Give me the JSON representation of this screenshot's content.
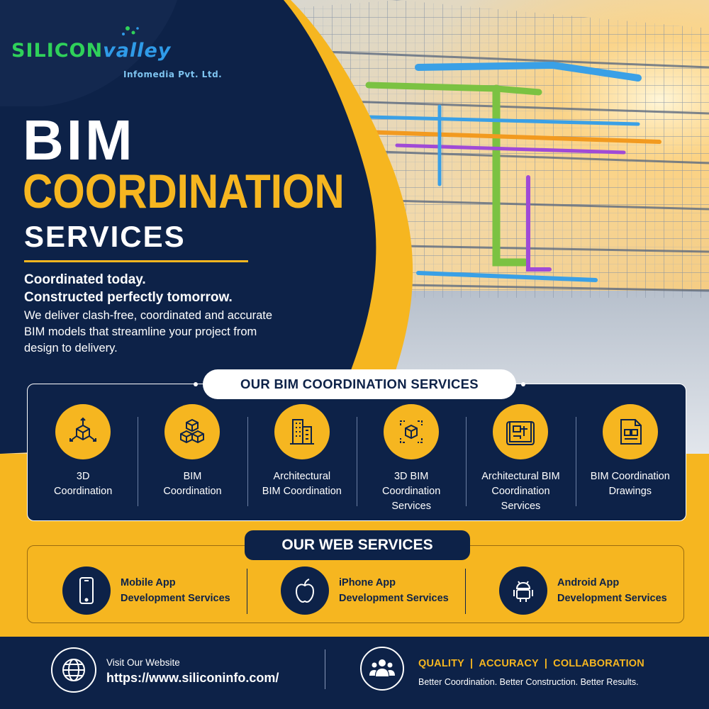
{
  "colors": {
    "navy": "#0d2248",
    "accent_yellow": "#f6b620",
    "logo_green": "#2fd15a",
    "logo_blue": "#2f9be8",
    "pipe_green": "#7bc242",
    "pipe_blue": "#3aa0e6",
    "pipe_orange": "#f29a1f",
    "pipe_purple": "#a04ad6"
  },
  "logo": {
    "part1": "SILICON",
    "part2": "valley",
    "subtitle": "Infomedia Pvt. Ltd."
  },
  "hero": {
    "title_line1": "BIM",
    "title_line2": "COORDINATION",
    "title_line3": "SERVICES",
    "tagline1": "Coordinated today.",
    "tagline2": "Constructed perfectly tomorrow.",
    "description": "We deliver clash-free, coordinated and accurate BIM models that streamline your project from design to delivery.",
    "image": "building-bim-model-with-colored-pipes"
  },
  "bim_services": {
    "heading": "OUR BIM COORDINATION SERVICES",
    "items": [
      {
        "label": "3D\nCoordination",
        "icon": "cube-axes-icon"
      },
      {
        "label": "BIM\nCoordination",
        "icon": "stacked-cubes-icon"
      },
      {
        "label": "Architectural\nBIM Coordination",
        "icon": "buildings-icon"
      },
      {
        "label": "3D BIM\nCoordination\nServices",
        "icon": "cube-bracket-icon"
      },
      {
        "label": "Architectural BIM\nCoordination\nServices",
        "icon": "blueprint-icon"
      },
      {
        "label": "BIM Coordination\nDrawings",
        "icon": "drawing-document-icon"
      }
    ]
  },
  "web_services": {
    "heading": "OUR WEB SERVICES",
    "items": [
      {
        "label": "Mobile App\nDevelopment Services",
        "icon": "mobile-phone-icon"
      },
      {
        "label": "iPhone App\nDevelopment Services",
        "icon": "apple-icon"
      },
      {
        "label": "Android App\nDevelopment Services",
        "icon": "android-icon"
      }
    ]
  },
  "footer": {
    "visit_label": "Visit Our Website",
    "url": "https://www.siliconinfo.com/",
    "value1": "QUALITY",
    "value2": "ACCURACY",
    "value3": "COLLABORATION",
    "separator": "|",
    "tagline": "Better Coordination. Better Construction. Better Results."
  }
}
